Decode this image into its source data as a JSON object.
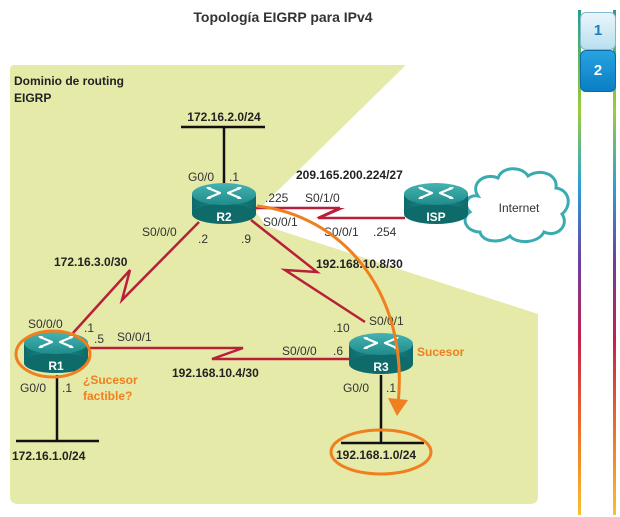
{
  "title": "Topología EIGRP para IPv4",
  "domain_label": [
    "Dominio de routing",
    "EIGRP"
  ],
  "routers": {
    "r1": "R1",
    "r2": "R2",
    "r3": "R3",
    "isp": "ISP"
  },
  "cloud": "Internet",
  "networks": {
    "lan_r2": "172.16.2.0/24",
    "lan_r1": "172.16.1.0/24",
    "lan_r3": "192.168.1.0/24",
    "wan_isp": "209.165.200.224/27",
    "r1_r2": "172.16.3.0/30",
    "r2_r3": "192.168.10.8/30",
    "r1_r3": "192.168.10.4/30"
  },
  "interfaces": {
    "r2_g00": "G0/0",
    "r2_g00_ip": ".1",
    "r2_s010_ip": ".225",
    "r2_s010": "S0/1/0",
    "r2_s001": "S0/0/1",
    "r2_s000": "S0/0/0",
    "r2_s000_ip": ".2",
    "r2_s001_ip": ".9",
    "isp_s001": "S0/0/1",
    "isp_s001_ip": ".254",
    "r1_s000": "S0/0/0",
    "r1_s000_ip": ".1",
    "r1_s001_ip": ".5",
    "r1_s001": "S0/0/1",
    "r1_g00": "G0/0",
    "r1_g00_ip": ".1",
    "r3_s001_ip": ".10",
    "r3_s001": "S0/0/1",
    "r3_s000": "S0/0/0",
    "r3_s000_ip": ".6",
    "r3_g00": "G0/0",
    "r3_g00_ip": ".1"
  },
  "annotations": {
    "successor": "Sucesor",
    "feasible_successor": [
      "¿Sucesor",
      "factible?"
    ]
  },
  "nav": {
    "page1": "1",
    "page2": "2",
    "active_page": "2"
  },
  "colors": {
    "domain_fill": "#E5EAA8",
    "serial_link": "#B8203A",
    "highlight": "#F07F1F",
    "router_teal": "#1E8A8A",
    "cloud_stroke": "#3AABB0"
  }
}
